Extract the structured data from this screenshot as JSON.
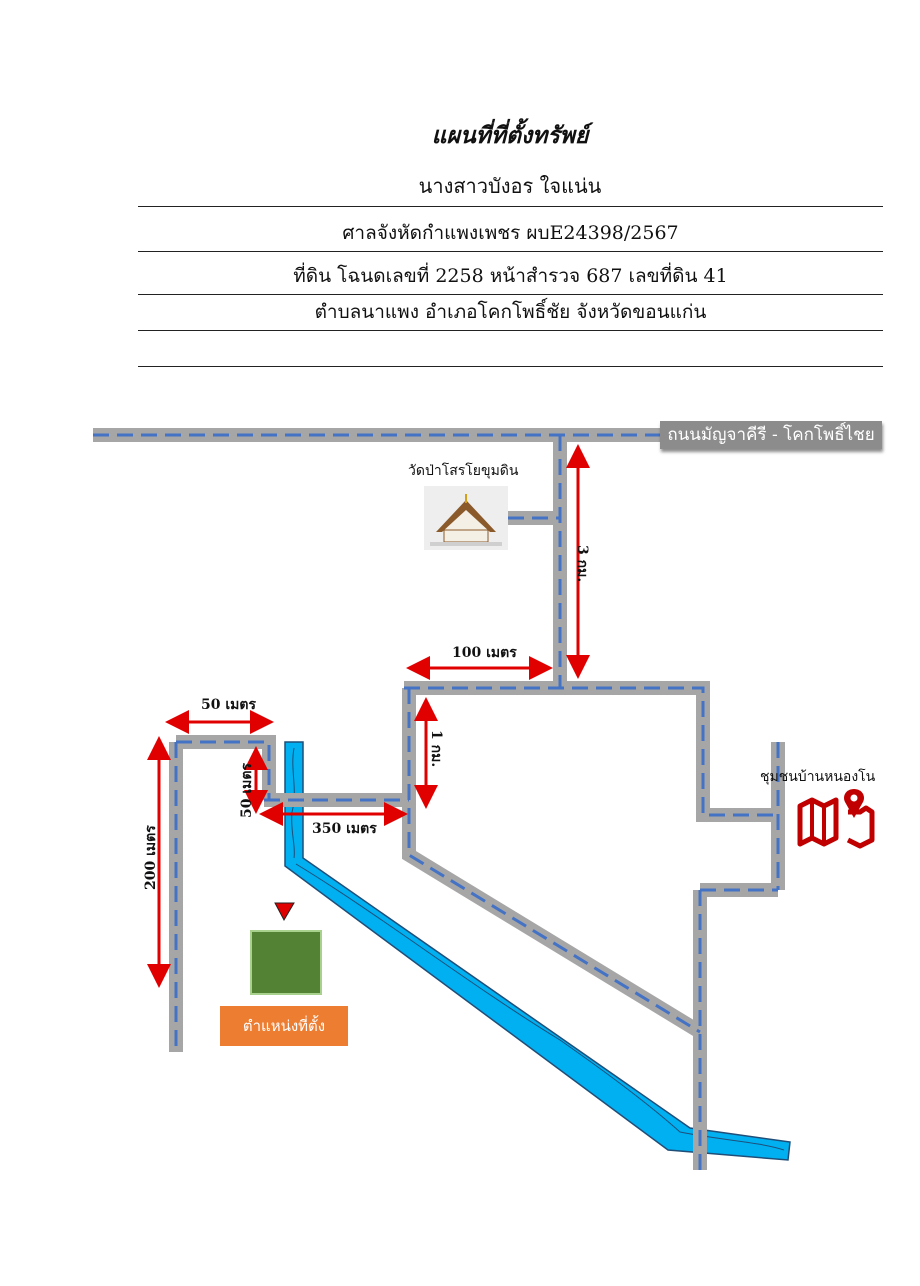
{
  "header": {
    "title": "แผนที่ที่ตั้งทรัพย์",
    "owner": "นางสาวบังอร ใจแน่น",
    "rows": [
      "ศาลจังหัดกำแพงเพชร ผบE24398/2567",
      "ที่ดิน โฉนดเลขที่ 2258 หน้าสำรวจ 687 เลขที่ดิน 41",
      "ตำบลนาแพง อำเภอโคกโพธิ์ชัย จังหวัดขอนแก่น",
      ""
    ]
  },
  "map": {
    "road_label": "ถนนมัญจาคีรี - โคกโพธิ์ไชย",
    "temple_label": "วัดป่าโสรโยขุมดิน",
    "community_label": "ชุมชนบ้านหนองโน",
    "location_label": "ตำแหน่งที่ตั้ง",
    "distances": {
      "d_3km": "3 กม.",
      "d_100m": "100 เมตร",
      "d_1km": "1 กม.",
      "d_50m_top": "50 เมตร",
      "d_50m_side": "50 เมตร",
      "d_350m": "350 เมตร",
      "d_200m": "200 เมตร"
    },
    "colors": {
      "road": "#a6a6a6",
      "road_dash": "#4472c4",
      "river": "#00b0f0",
      "arrow": "#e00000",
      "plot": "#548235",
      "location_box": "#ed7d31",
      "map_icon": "#c00000"
    }
  }
}
